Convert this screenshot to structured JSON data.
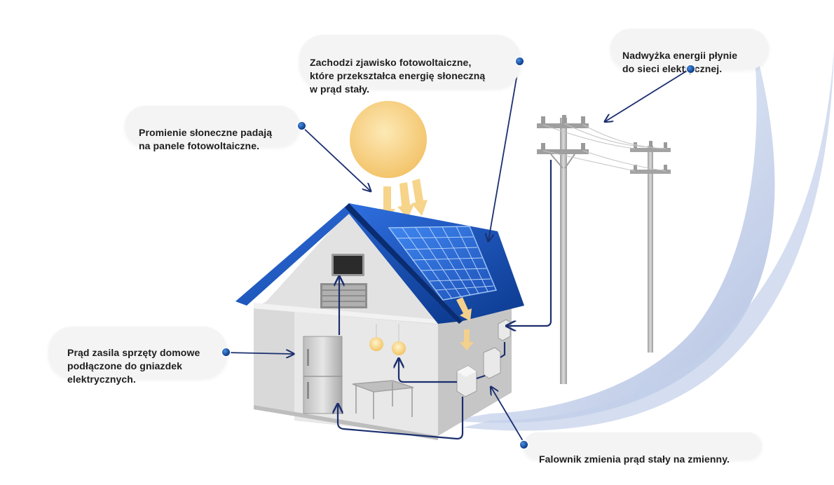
{
  "labels": {
    "sun_rays": "Promienie słoneczne padają\nna panele fotowoltaiczne.",
    "photovoltaic_effect": "Zachodzi zjawisko fotowoltaiczne,\nktóre przekształca energię słoneczną\nw prąd stały.",
    "surplus_to_grid": "Nadwyżka energii płynie\ndo sieci elektrycznej.",
    "home_appliances": "Prąd zasila sprzęty domowe\npodłączone do gniazdek\nelektrycznych.",
    "inverter": "Falownik zmienia prąd stały na zmienny."
  },
  "colors": {
    "connector": "#1b2f6e",
    "sun": "#f6cf79",
    "roof": "#1547a8",
    "panel": "#2d6fdc",
    "wall": "#d2d2d2",
    "pole": "#b5b5b5",
    "swoosh": "#b9c8e6",
    "bubble": "#f4f4f4",
    "dot": "#1b5bb8"
  }
}
